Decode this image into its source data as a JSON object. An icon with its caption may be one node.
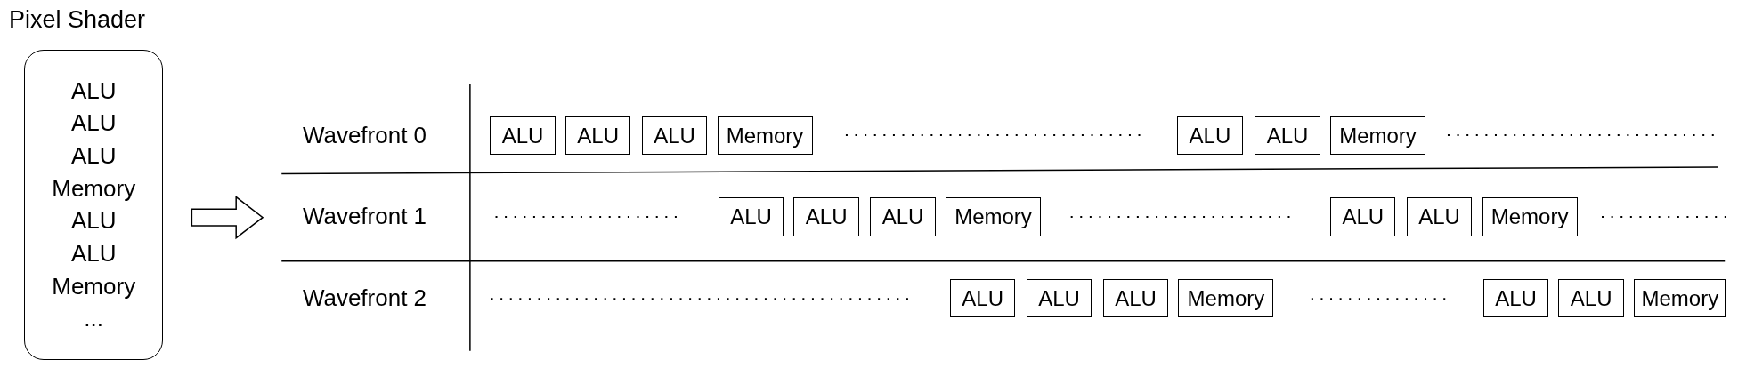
{
  "diagram": {
    "nodes": [
      {
        "text": [
          "Pixel Shader",
          "ALU",
          "ALU",
          "ALU",
          "Memory",
          "ALU",
          "ALU",
          "Memory",
          "..."
        ]
      },
      {
        "text": [
          "ALU"
        ]
      },
      {
        "text": [
          "ALU"
        ]
      },
      {
        "text": [
          "ALU"
        ]
      },
      {
        "text": [
          "Memory"
        ]
      },
      {
        "text": [
          "ALU"
        ]
      },
      {
        "text": [
          "ALU"
        ]
      },
      {
        "text": [
          "Memory"
        ]
      },
      {
        "text": [
          "ALU"
        ]
      },
      {
        "text": [
          "ALU"
        ]
      },
      {
        "text": [
          "ALU"
        ]
      },
      {
        "text": [
          "Memory"
        ]
      },
      {
        "text": [
          "ALU"
        ]
      },
      {
        "text": [
          "ALU"
        ]
      },
      {
        "text": [
          "Memory"
        ]
      },
      {
        "text": [
          "ALU"
        ]
      },
      {
        "text": [
          "ALU"
        ]
      },
      {
        "text": [
          "ALU"
        ]
      },
      {
        "text": [
          "Memory"
        ]
      },
      {
        "text": [
          "ALU"
        ]
      },
      {
        "text": [
          "ALU"
        ]
      },
      {
        "text": [
          "Memory"
        ]
      }
    ],
    "labels": [
      "Wavefront 0",
      "Wavefront 1",
      "Wavefront 2"
    ]
  }
}
